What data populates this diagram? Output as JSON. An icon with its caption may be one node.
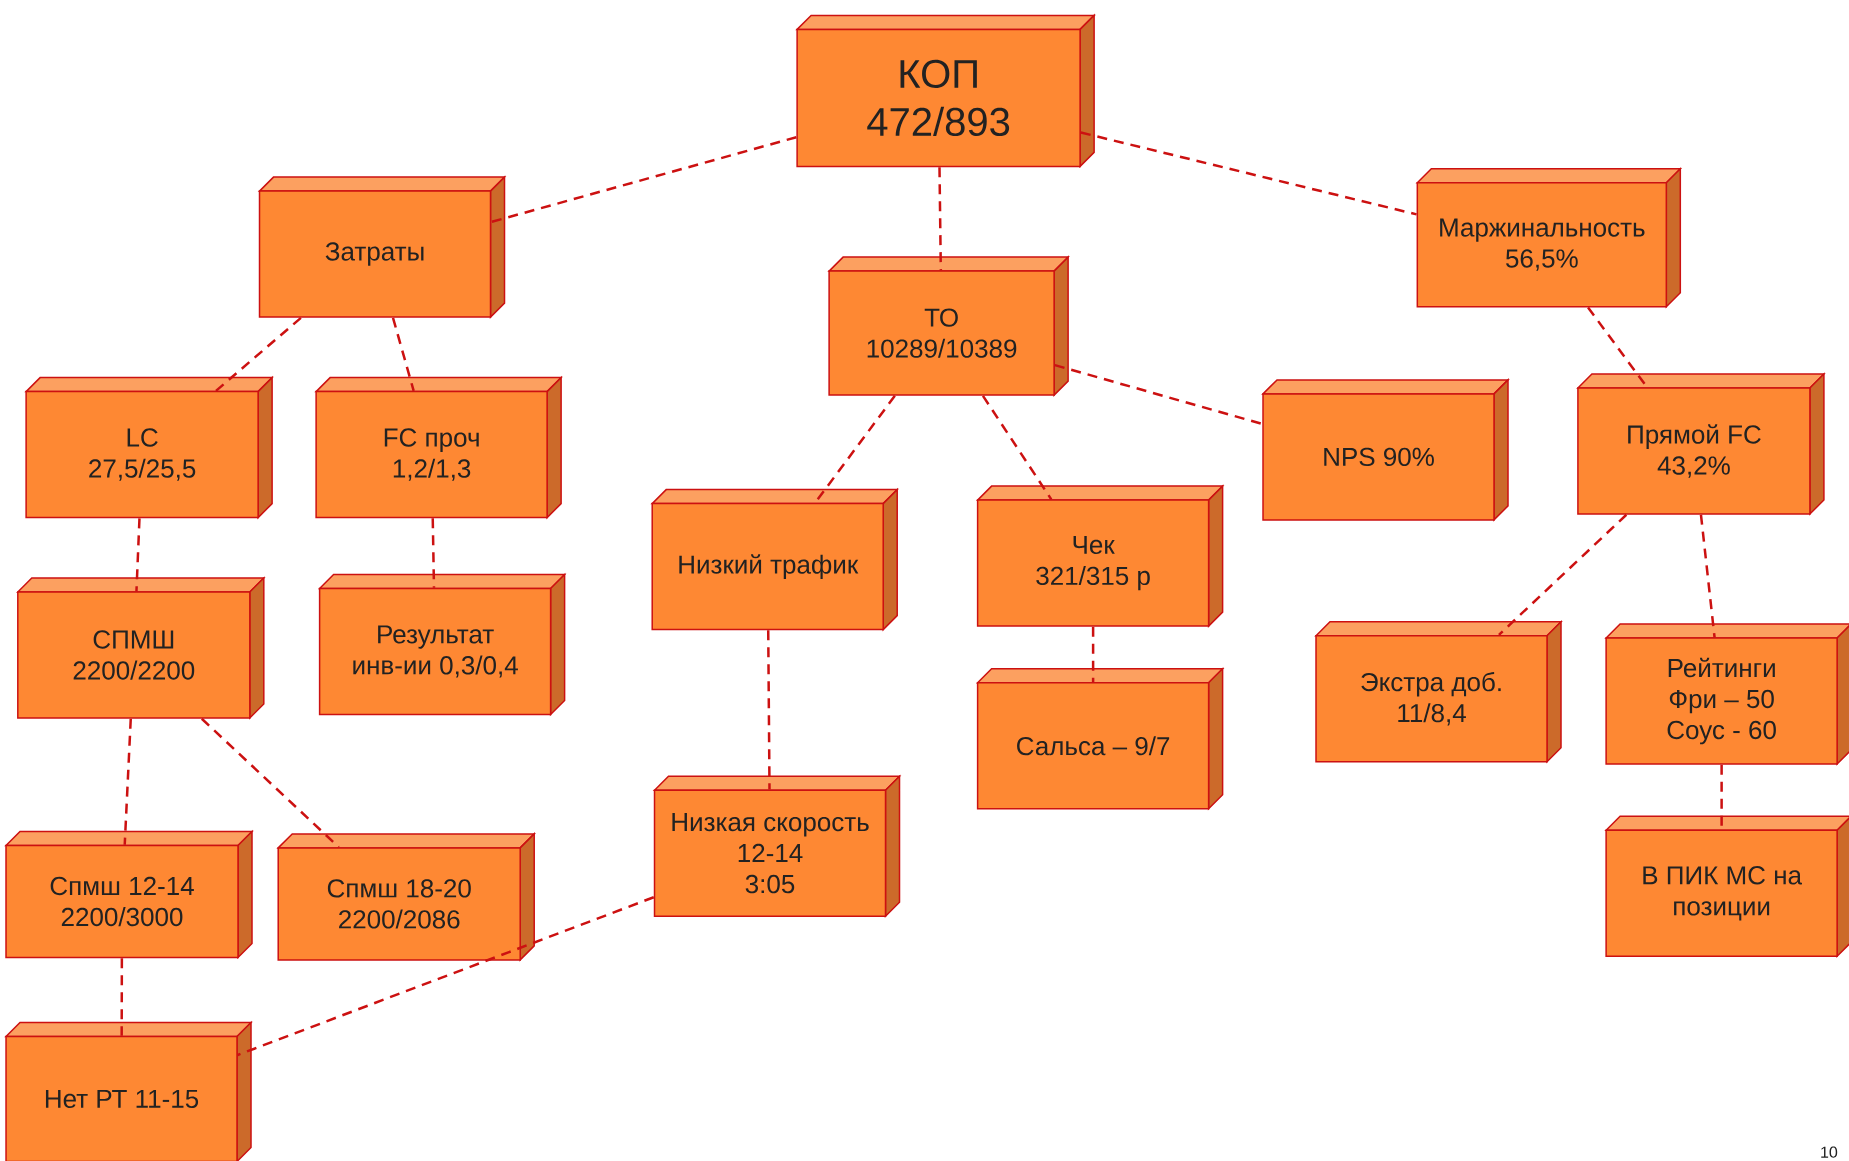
{
  "diagram": {
    "nodes": [
      {
        "text": [
          "КОП 472/893"
        ]
      },
      {
        "text": [
          "Затраты"
        ]
      },
      {
        "text": [
          "ТО 10289/10389"
        ]
      },
      {
        "text": [
          "Маржинальность 56,5%"
        ]
      },
      {
        "text": [
          "LC 27,5/25,5"
        ]
      },
      {
        "text": [
          "FC проч 1,2/1,3"
        ]
      },
      {
        "text": [
          "Низкий трафик"
        ]
      },
      {
        "text": [
          "Чек 321/315 р"
        ]
      },
      {
        "text": [
          "NPS 90%"
        ]
      },
      {
        "text": [
          "Прямой FC 43,2%"
        ]
      },
      {
        "text": [
          "СПМШ 2200/2200"
        ]
      },
      {
        "text": [
          "Результат инв-ии 0,3/0,4"
        ]
      },
      {
        "text": [
          "Сальса – 9/7"
        ]
      },
      {
        "text": [
          "Экстра доб. 11/8,4"
        ]
      },
      {
        "text": [
          "Рейтинги Фри – 50 Соус - 60"
        ]
      },
      {
        "text": [
          "Спмш 12-14 2200/3000"
        ]
      },
      {
        "text": [
          "Спмш 18-20 2200/2086"
        ]
      },
      {
        "text": [
          "Низкая скорость 12-14",
          "3:05"
        ]
      },
      {
        "text": [
          "В ПИК МС на позиции"
        ]
      },
      {
        "text": [
          "Нет РТ 11-15"
        ]
      }
    ],
    "edges": [
      {
        "from": 0,
        "to": 1,
        "arrow": "none"
      },
      {
        "from": 0,
        "to": 2,
        "arrow": "none"
      },
      {
        "from": 0,
        "to": 3,
        "arrow": "none"
      },
      {
        "from": 1,
        "to": 4,
        "arrow": "none"
      },
      {
        "from": 1,
        "to": 5,
        "arrow": "none"
      },
      {
        "from": 2,
        "to": 6,
        "arrow": "none"
      },
      {
        "from": 2,
        "to": 7,
        "arrow": "none"
      },
      {
        "from": 2,
        "to": 8,
        "arrow": "none"
      },
      {
        "from": 3,
        "to": 9,
        "arrow": "none"
      },
      {
        "from": 4,
        "to": 10,
        "arrow": "none"
      },
      {
        "from": 5,
        "to": 11,
        "arrow": "none"
      },
      {
        "from": 7,
        "to": 12,
        "arrow": "none"
      },
      {
        "from": 9,
        "to": 13,
        "arrow": "none"
      },
      {
        "from": 9,
        "to": 14,
        "arrow": "none"
      },
      {
        "from": 10,
        "to": 15,
        "arrow": "none"
      },
      {
        "from": 10,
        "to": 16,
        "arrow": "none"
      },
      {
        "from": 6,
        "to": 17,
        "arrow": "none"
      },
      {
        "from": 14,
        "to": 18,
        "arrow": "none"
      },
      {
        "from": 15,
        "to": 19,
        "arrow": "none"
      },
      {
        "from": 17,
        "to": 19,
        "arrow": "none"
      }
    ],
    "labels": [
      "10"
    ]
  }
}
